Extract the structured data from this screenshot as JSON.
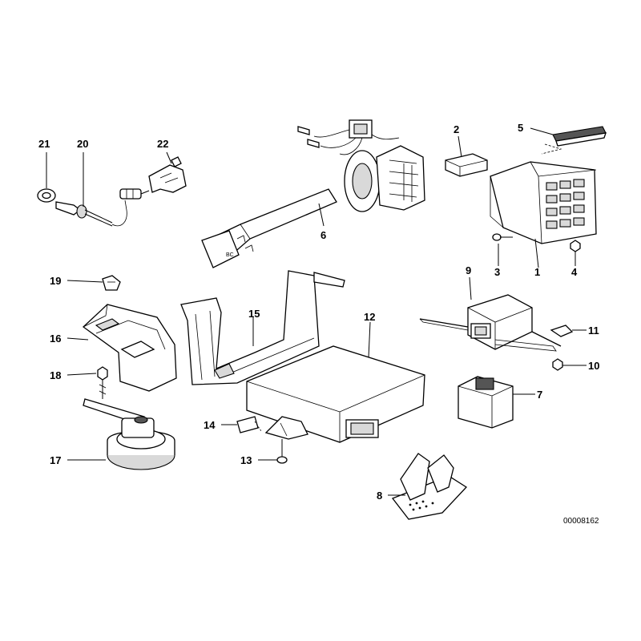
{
  "document_id": "00008162",
  "callouts": {
    "c1": "1",
    "c2": "2",
    "c3": "3",
    "c4": "4",
    "c5": "5",
    "c6": "6",
    "c7": "7",
    "c8": "8",
    "c9": "9",
    "c10": "10",
    "c11": "11",
    "c12": "12",
    "c13": "13",
    "c14": "14",
    "c15": "15",
    "c16": "16",
    "c17": "17",
    "c18": "18",
    "c19": "19",
    "c20": "20",
    "c21": "21",
    "c22": "22"
  }
}
